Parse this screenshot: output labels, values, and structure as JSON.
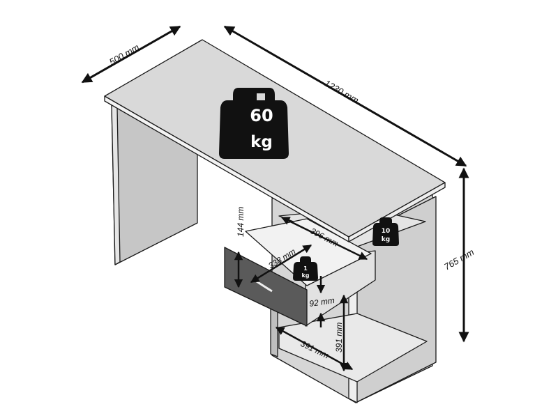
{
  "dimensions": {
    "depth": "500 mm",
    "width": "1230 mm",
    "height": "765 mm",
    "drawer_height": "144 mm",
    "shelf_depth": "396 mm",
    "drawer_depth": "338 mm",
    "drawer_inner_height": "92 mm",
    "cabinet_width": "391 mm",
    "cabinet_height": "391 mm"
  },
  "loads": {
    "top": {
      "value": "60",
      "unit": "kg"
    },
    "shelf": {
      "value": "10",
      "unit": "kg"
    },
    "drawer": {
      "value": "1",
      "unit": "kg"
    }
  },
  "colors": {
    "line": "#1a1a1a",
    "top_surface": "#d9d9d9",
    "side_panel": "#c8c8c8",
    "drawer_front": "#595959",
    "weight_icon": "#111111"
  }
}
